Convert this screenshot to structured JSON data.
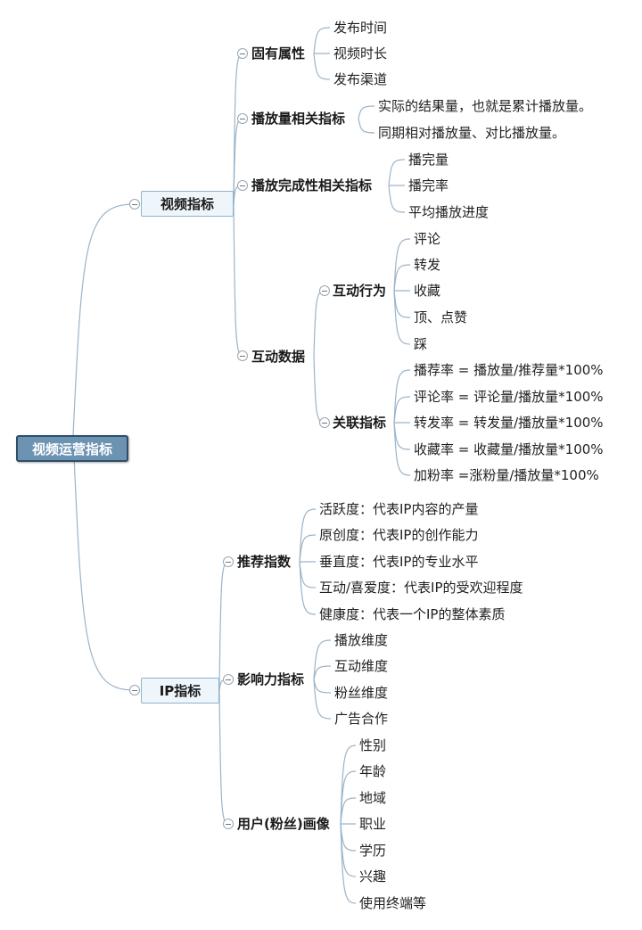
{
  "colors": {
    "line": "#9bb4c9",
    "root_fill": "#6d93b3",
    "box_fill": "#eef5fb"
  },
  "root": {
    "label": "视频运营指标"
  },
  "video": {
    "label": "视频指标",
    "inherent": {
      "label": "固有属性",
      "items": [
        "发布时间",
        "视频时长",
        "发布渠道"
      ]
    },
    "play": {
      "label": "播放量相关指标",
      "items": [
        "实际的结果量，也就是累计播放量。",
        "同期相对播放量、对比播放量。"
      ]
    },
    "completion": {
      "label": "播放完成性相关指标",
      "items": [
        "播完量",
        "播完率",
        "平均播放进度"
      ]
    },
    "interaction": {
      "label": "互动数据",
      "behavior": {
        "label": "互动行为",
        "items": [
          "评论",
          "转发",
          "收藏",
          "顶、点赞",
          "踩"
        ]
      },
      "related": {
        "label": "关联指标",
        "items": [
          "播荐率 = 播放量/推荐量*100%",
          "评论率 = 评论量/播放量*100%",
          "转发率 = 转发量/播放量*100%",
          "收藏率 = 收藏量/播放量*100%",
          "加粉率 =涨粉量/播放量*100%"
        ]
      }
    }
  },
  "ip": {
    "label": "IP指标",
    "recommend": {
      "label": "推荐指数",
      "items": [
        "活跃度：代表IP内容的产量",
        "原创度：代表IP的创作能力",
        "垂直度：代表IP的专业水平",
        "互动/喜爱度：代表IP的受欢迎程度",
        "健康度：代表一个IP的整体素质"
      ]
    },
    "influence": {
      "label": "影响力指标",
      "items": [
        "播放维度",
        "互动维度",
        "粉丝维度",
        "广告合作"
      ]
    },
    "persona": {
      "label": "用户(粉丝)画像",
      "items": [
        "性别",
        "年龄",
        "地域",
        "职业",
        "学历",
        "兴趣",
        "使用终端等"
      ]
    }
  }
}
